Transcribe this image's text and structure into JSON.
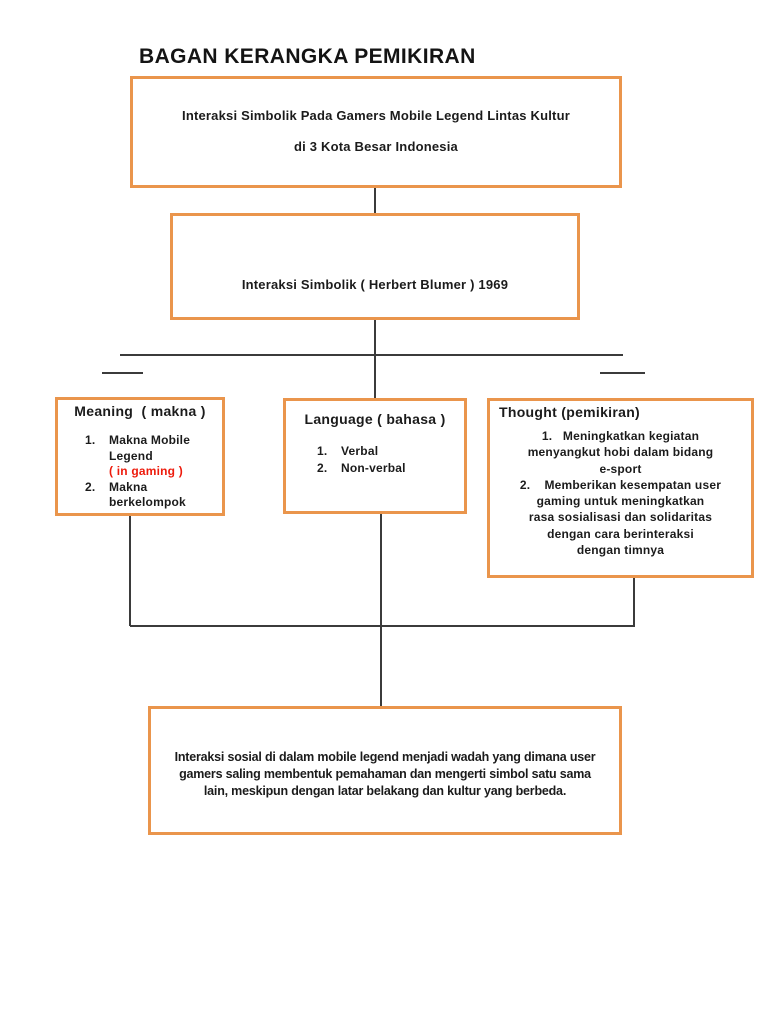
{
  "page": {
    "title": "BAGAN KERANGKA PEMIKIRAN"
  },
  "colors": {
    "box_border_orange": "#EA954C",
    "connector_line": "#3b3b3b",
    "highlight_red": "#ED1B0C",
    "text": "#1b1b1b",
    "background": "#ffffff"
  },
  "box_top": {
    "line1": "Interaksi Simbolik Pada Gamers Mobile Legend Lintas Kultur",
    "line2": "di 3 Kota Besar Indonesia"
  },
  "box_theory": {
    "text": "Interaksi Simbolik ( Herbert Blumer ) 1969"
  },
  "box_meaning": {
    "title": "Meaning  ( makna )",
    "items": [
      {
        "num": "1.",
        "text": "Makna Mobile"
      },
      {
        "num": "",
        "text": "Legend"
      },
      {
        "num": "",
        "text": "( in gaming )"
      },
      {
        "num": "2.",
        "text": "Makna"
      },
      {
        "num": "",
        "text": "berkelompok"
      }
    ]
  },
  "box_language": {
    "title": "Language ( bahasa )",
    "items": [
      {
        "num": "1.",
        "text": "Verbal"
      },
      {
        "num": "2.",
        "text": "Non-verbal"
      }
    ]
  },
  "box_thought": {
    "title": "Thought (pemikiran)",
    "lines": [
      "1.   Meningkatkan kegiatan",
      "menyangkut hobi dalam bidang",
      "e-sport",
      "2.    Memberikan kesempatan user",
      "gaming untuk meningkatkan",
      "rasa sosialisasi dan solidaritas",
      "dengan cara berinteraksi",
      "dengan timnya"
    ]
  },
  "box_conclusion": {
    "line1": "Interaksi sosial di dalam mobile legend menjadi wadah yang dimana user",
    "line2": "gamers saling membentuk pemahaman dan mengerti simbol satu sama",
    "line3": "lain, meskipun dengan latar belakang dan kultur yang berbeda."
  }
}
